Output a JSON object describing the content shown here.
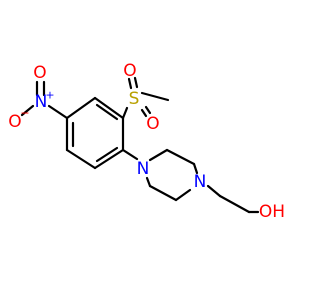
{
  "molecule": {
    "atoms": {
      "nitro_o_top": "O",
      "nitro_n": "N",
      "nitro_o_left": "O",
      "sulfur": "S",
      "sulfonyl_o_top": "O",
      "sulfonyl_o_bottom": "O",
      "piperazine_n1": "N",
      "piperazine_n4": "N",
      "hydroxyl": "OH"
    },
    "charges": {
      "nitro_n": "+",
      "nitro_o_left": "−"
    }
  },
  "colors": {
    "bond": "#000000",
    "nitrogen": "#0000ff",
    "oxygen": "#ff0000",
    "sulfur": "#b8a000"
  }
}
